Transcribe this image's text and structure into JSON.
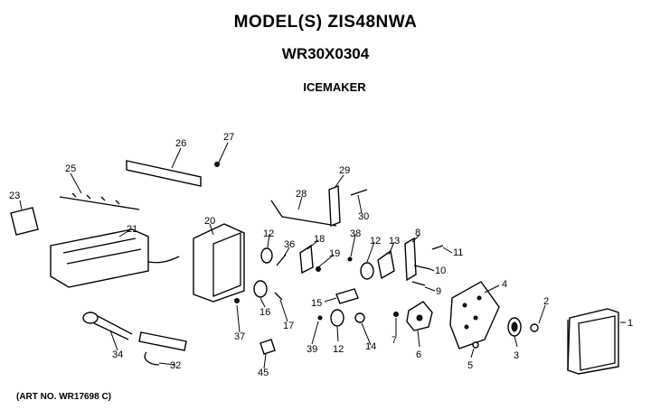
{
  "header": {
    "model": "MODEL(S) ZIS48NWA",
    "part_number": "WR30X0304",
    "section": "ICEMAKER"
  },
  "footer": {
    "art_number": "(ART NO. WR17698 C)"
  },
  "callouts": [
    "1",
    "2",
    "3",
    "4",
    "5",
    "6",
    "7",
    "8",
    "9",
    "10",
    "11",
    "12",
    "12",
    "12",
    "13",
    "14",
    "15",
    "16",
    "17",
    "18",
    "19",
    "20",
    "21",
    "23",
    "25",
    "26",
    "27",
    "28",
    "29",
    "30",
    "32",
    "34",
    "36",
    "37",
    "38",
    "39",
    "45"
  ]
}
